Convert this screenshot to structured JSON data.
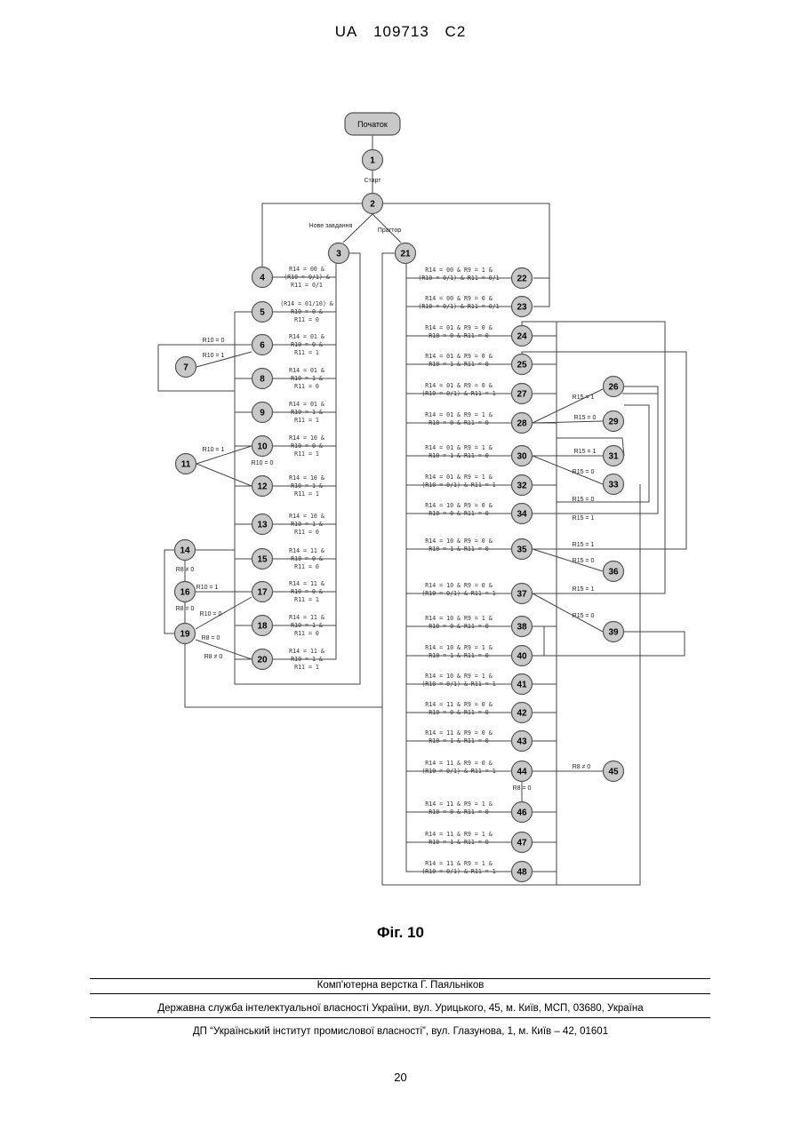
{
  "header": {
    "country": "UA",
    "number": "109713",
    "kind": "C2"
  },
  "start_label": "Початок",
  "edge_labels": {
    "start": "Старт",
    "new_task": "Нове завдання",
    "practice": "Прагтор"
  },
  "nodes": [
    {
      "id": "1"
    },
    {
      "id": "2"
    },
    {
      "id": "3"
    },
    {
      "id": "4"
    },
    {
      "id": "5"
    },
    {
      "id": "6"
    },
    {
      "id": "7"
    },
    {
      "id": "8"
    },
    {
      "id": "9"
    },
    {
      "id": "10"
    },
    {
      "id": "11"
    },
    {
      "id": "12"
    },
    {
      "id": "13"
    },
    {
      "id": "14"
    },
    {
      "id": "15"
    },
    {
      "id": "16"
    },
    {
      "id": "17"
    },
    {
      "id": "18"
    },
    {
      "id": "19"
    },
    {
      "id": "20"
    },
    {
      "id": "21"
    },
    {
      "id": "22"
    },
    {
      "id": "23"
    },
    {
      "id": "24"
    },
    {
      "id": "25"
    },
    {
      "id": "26"
    },
    {
      "id": "27"
    },
    {
      "id": "28"
    },
    {
      "id": "29"
    },
    {
      "id": "30"
    },
    {
      "id": "31"
    },
    {
      "id": "32"
    },
    {
      "id": "33"
    },
    {
      "id": "34"
    },
    {
      "id": "35"
    },
    {
      "id": "36"
    },
    {
      "id": "37"
    },
    {
      "id": "38"
    },
    {
      "id": "39"
    },
    {
      "id": "40"
    },
    {
      "id": "41"
    },
    {
      "id": "42"
    },
    {
      "id": "43"
    },
    {
      "id": "44"
    },
    {
      "id": "45"
    },
    {
      "id": "46"
    },
    {
      "id": "47"
    },
    {
      "id": "48"
    }
  ],
  "left_conditions": [
    {
      "node": "4",
      "lines": [
        "R14 = 00 &",
        "(R10 = 0/1) &",
        "R11 = 0/1"
      ]
    },
    {
      "node": "5",
      "lines": [
        "(R14 = 01/10) &",
        "R10 = 0 &",
        "R11 = 0"
      ]
    },
    {
      "node": "6",
      "lines": [
        "R14 = 01 &",
        "R10 = 0 &",
        "R11 = 1"
      ]
    },
    {
      "node": "8",
      "lines": [
        "R14 = 01 &",
        "R10 = 1 &",
        "R11 = 0"
      ]
    },
    {
      "node": "9",
      "lines": [
        "R14 = 01 &",
        "R10 = 1 &",
        "R11 = 1"
      ]
    },
    {
      "node": "10",
      "lines": [
        "R14 = 10 &",
        "R10 = 0 &",
        "R11 = 1"
      ]
    },
    {
      "node": "12",
      "lines": [
        "R14 = 10 &",
        "R10 = 1 &",
        "R11 = 1"
      ]
    },
    {
      "node": "13",
      "lines": [
        "R14 = 10 &",
        "R10 = 1 &",
        "R11 = 0"
      ]
    },
    {
      "node": "15",
      "lines": [
        "R14 = 11 &",
        "R10 = 0 &",
        "R11 = 0"
      ]
    },
    {
      "node": "17",
      "lines": [
        "R14 = 11 &",
        "R10 = 0 &",
        "R11 = 1"
      ]
    },
    {
      "node": "18",
      "lines": [
        "R14 = 11 &",
        "R10 = 1 &",
        "R11 = 0"
      ]
    },
    {
      "node": "20",
      "lines": [
        "R14 = 11 &",
        "R10 = 1 &",
        "R11 = 1"
      ]
    }
  ],
  "right_conditions": [
    {
      "node": "22",
      "lines": [
        "R14 = 00 & R9 = 1 &",
        "(R10 = 0/1) & R11 = 0/1"
      ]
    },
    {
      "node": "23",
      "lines": [
        "R14 = 00 & R9 = 0 &",
        "(R10 = 0/1) & R11 = 0/1"
      ]
    },
    {
      "node": "24",
      "lines": [
        "R14 = 01 & R9 = 0 &",
        "R10 = 0 & R11 = 0"
      ]
    },
    {
      "node": "25",
      "lines": [
        "R14 = 01 & R9 = 0 &",
        "R10 = 1 & R11 = 0"
      ]
    },
    {
      "node": "27",
      "lines": [
        "R14 = 01 & R9 = 0 &",
        "(R10 = 0/1) & R11 = 1"
      ]
    },
    {
      "node": "28",
      "lines": [
        "R14 = 01 & R9 = 1 &",
        "R10 = 0 & R11 = 0"
      ]
    },
    {
      "node": "30",
      "lines": [
        "R14 = 01 & R9 = 1 &",
        "R10 = 1 & R11 = 0"
      ]
    },
    {
      "node": "32",
      "lines": [
        "R14 = 01 & R9 = 1 &",
        "(R10 = 0/1) & R11 = 1"
      ]
    },
    {
      "node": "34",
      "lines": [
        "R14 = 10 & R9 = 0 &",
        "R10 = 0 & R11 = 0"
      ]
    },
    {
      "node": "35",
      "lines": [
        "R14 = 10 & R9 = 0 &",
        "R10 = 1 & R11 = 0"
      ]
    },
    {
      "node": "37",
      "lines": [
        "R14 = 10 & R9 = 0 &",
        "(R10 = 0/1) & R11 = 1"
      ]
    },
    {
      "node": "38",
      "lines": [
        "R14 = 10 & R9 = 1 &",
        "R10 = 0 & R11 = 0"
      ]
    },
    {
      "node": "40",
      "lines": [
        "R14 = 10 & R9 = 1 &",
        "R10 = 1 & R11 = 0"
      ]
    },
    {
      "node": "41",
      "lines": [
        "R14 = 10 & R9 = 1 &",
        "(R10 = 0/1) & R11 = 1"
      ]
    },
    {
      "node": "42",
      "lines": [
        "R14 = 11 & R9 = 0 &",
        "R10 = 0 & R11 = 0"
      ]
    },
    {
      "node": "43",
      "lines": [
        "R14 = 11 & R9 = 0 &",
        "R10 = 1 & R11 = 0"
      ]
    },
    {
      "node": "44",
      "lines": [
        "R14 = 11 & R9 = 0 &",
        "(R10 = 0/1) & R11 = 1"
      ]
    },
    {
      "node": "46",
      "lines": [
        "R14 = 11 & R9 = 1 &",
        "R10 = 0 & R11 = 0"
      ]
    },
    {
      "node": "47",
      "lines": [
        "R14 = 11 & R9 = 1 &",
        "R10 = 1 & R11 = 0"
      ]
    },
    {
      "node": "48",
      "lines": [
        "R14 = 11 & R9 = 1 &",
        "(R10 = 0/1) & R11 = 1"
      ]
    }
  ],
  "small_labels": [
    {
      "text": "R10 = 0"
    },
    {
      "text": "R10 = 1"
    },
    {
      "text": "R10 = 1"
    },
    {
      "text": "R10 = 0"
    },
    {
      "text": "R8 ≠ 0"
    },
    {
      "text": "R10 = 1"
    },
    {
      "text": "R8 = 0"
    },
    {
      "text": "R10 = 0"
    },
    {
      "text": "R8 = 0"
    },
    {
      "text": "R8 ≠ 0"
    },
    {
      "text": "R15 = 1"
    },
    {
      "text": "R15 = 0"
    },
    {
      "text": "R15 = 1"
    },
    {
      "text": "R15 = 0"
    },
    {
      "text": "R15 = 0"
    },
    {
      "text": "R15 = 1"
    },
    {
      "text": "R15 = 1"
    },
    {
      "text": "R15 = 0"
    },
    {
      "text": "R15 = 1"
    },
    {
      "text": "R15 = 0"
    },
    {
      "text": "R8 ≠ 0"
    },
    {
      "text": "R8 = 0"
    }
  ],
  "caption": "Фіг. 10",
  "footer": {
    "line1": "Комп'ютерна верстка Г. Паяльніков",
    "line2": "Державна служба інтелектуальної власності України, вул. Урицького, 45, м. Київ, МСП, 03680, Україна",
    "line3": "ДП “Український інститут промислової власності”, вул. Глазунова, 1, м. Київ – 42, 01601"
  },
  "page_number": "20"
}
